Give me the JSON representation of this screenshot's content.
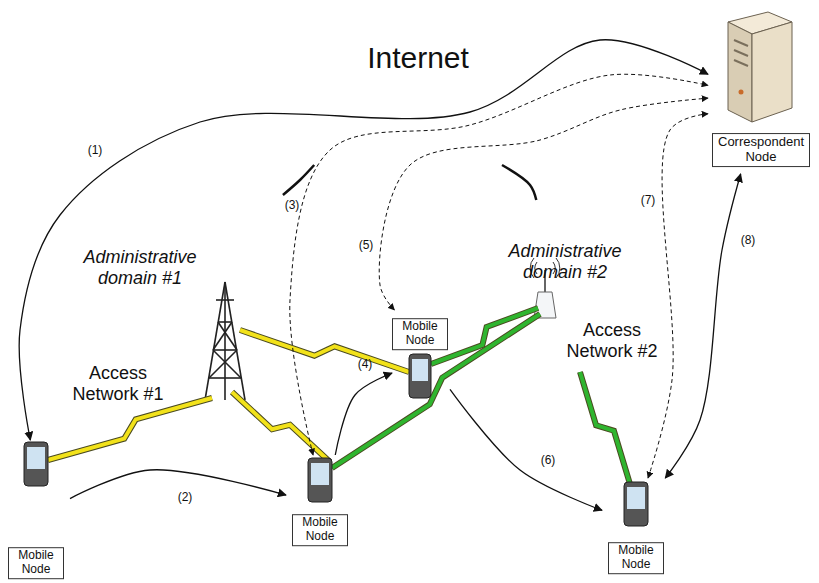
{
  "diagram": {
    "nodes": [
      {
        "text": [
          "Internet"
        ]
      },
      {
        "text": [
          "Correspondent Node"
        ]
      },
      {
        "text": [
          "Administrative domain #1"
        ]
      },
      {
        "text": [
          "Access Network #1"
        ],
        "in": 2
      },
      {
        "text": [
          "Administrative domain #2"
        ]
      },
      {
        "text": [
          "Access Network #2"
        ],
        "in": 4
      },
      {
        "text": [
          "Mobile Node"
        ]
      },
      {
        "text": [
          "Mobile Node"
        ]
      },
      {
        "text": [
          "Mobile Node"
        ]
      },
      {
        "text": [
          "Mobile Node"
        ]
      }
    ],
    "edges": [
      {
        "from": 0,
        "to": 2,
        "arrow": "none"
      },
      {
        "from": 0,
        "to": 4,
        "arrow": "none"
      },
      {
        "from": 7,
        "to": 1,
        "label": "(1)",
        "arrow": "both"
      },
      {
        "from": 7,
        "to": 8,
        "label": "(2)",
        "arrow": "to"
      },
      {
        "from": 8,
        "to": 1,
        "label": "(3)",
        "arrow": "both"
      },
      {
        "from": 8,
        "to": 6,
        "label": "(4)",
        "arrow": "to"
      },
      {
        "from": 6,
        "to": 1,
        "label": "(5)",
        "arrow": "both"
      },
      {
        "from": 6,
        "to": 9,
        "label": "(6)",
        "arrow": "to"
      },
      {
        "from": 9,
        "to": 1,
        "label": "(7)",
        "arrow": "both"
      },
      {
        "from": 9,
        "to": 1,
        "label": "(8)",
        "arrow": "both"
      }
    ]
  }
}
